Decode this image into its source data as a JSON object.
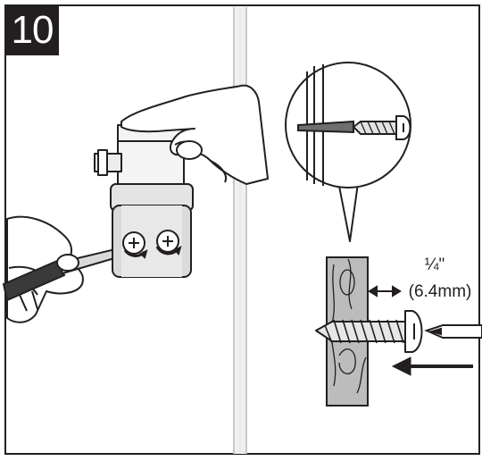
{
  "step": {
    "number": "10"
  },
  "dimension": {
    "fraction": "¼\"",
    "metric": "(6.4mm)"
  },
  "colors": {
    "outline": "#231f20",
    "wood": "#bcbcbc",
    "metal": "#d4d4d4",
    "skin": "#ffffff"
  },
  "icons": [
    "screwdriver",
    "screw",
    "wall-anchor",
    "rotate-arrow",
    "double-arrow",
    "push-arrow"
  ]
}
